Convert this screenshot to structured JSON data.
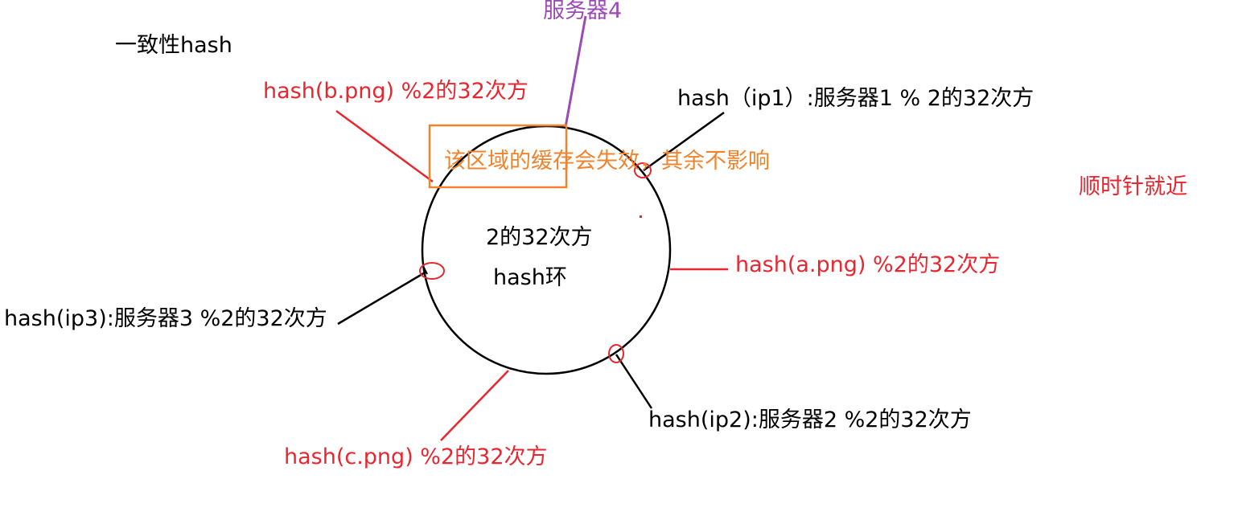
{
  "title": "一致性hash",
  "ring": {
    "line1": "2的32次方",
    "line2": "hash环"
  },
  "servers": {
    "s1": "hash（ip1）:服务器1  % 2的32次方",
    "s2": "hash(ip2):服务器2 %2的32次方",
    "s3": "hash(ip3):服务器3 %2的32次方",
    "s4": "服务器4"
  },
  "objects": {
    "a": "hash(a.png) %2的32次方",
    "b": "hash(b.png) %2的32次方",
    "c": "hash(c.png) %2的32次方"
  },
  "notes": {
    "invalidation": "该区域的缓存会失效，其余不影响",
    "rule": "顺时针就近"
  },
  "colors": {
    "ring": "#000000",
    "object": "#e8262f",
    "highlight": "#f0832c",
    "new_server": "#9b4bb5"
  }
}
